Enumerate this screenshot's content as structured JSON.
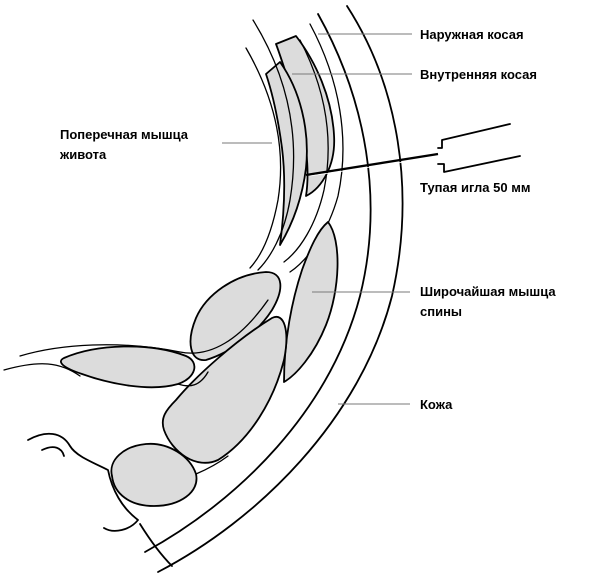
{
  "labels": {
    "external_oblique": "Наружная косая",
    "internal_oblique": "Внутренняя косая",
    "transversus_line1": "Поперечная мышца",
    "transversus_line2": "живота",
    "blunt_needle": "Тупая игла 50 мм",
    "latissimus_line1": "Широчайшая мышца",
    "latissimus_line2": "спины",
    "skin": "Кожа"
  },
  "colors": {
    "muscle_fill": "#dcdcdc",
    "outline": "#000000",
    "leader": "#7a7a7a",
    "background": "#ffffff"
  }
}
